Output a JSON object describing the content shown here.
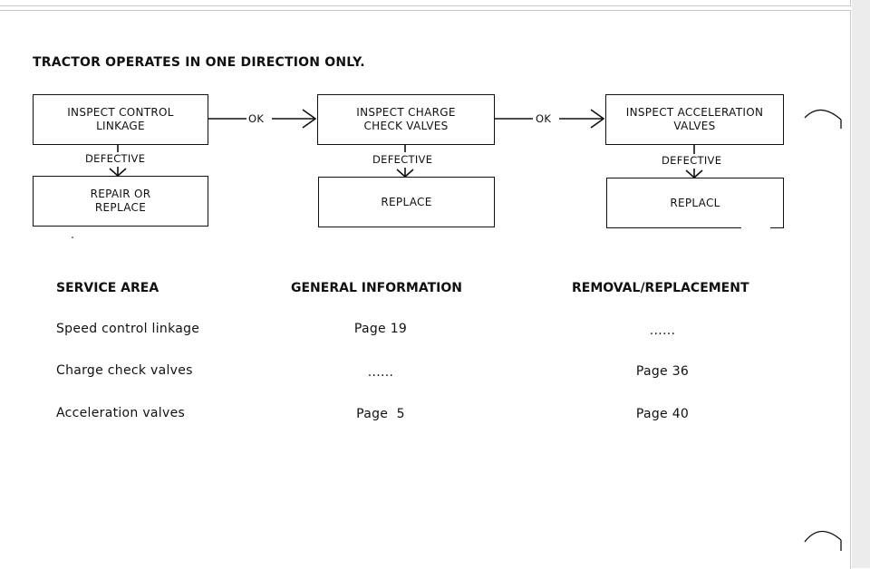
{
  "title": "TRACTOR OPERATES IN ONE DIRECTION ONLY.",
  "flowchart": {
    "inspect_boxes": [
      {
        "label": "INSPECT CONTROL\nLINKAGE"
      },
      {
        "label": "INSPECT CHARGE\nCHECK VALVES"
      },
      {
        "label": "INSPECT ACCELERATION\nVALVES"
      }
    ],
    "action_boxes": [
      {
        "label": "REPAIR OR\nREPLACE"
      },
      {
        "label": "REPLACE"
      },
      {
        "label": "REPLACL"
      }
    ],
    "ok_label": "OK",
    "defective_label": "DEFECTIVE"
  },
  "table": {
    "headers": {
      "service_area": "SERVICE AREA",
      "general_information": "GENERAL INFORMATION",
      "removal_replacement": "REMOVAL/REPLACEMENT"
    },
    "rows": [
      {
        "service_area": "Speed control linkage",
        "general_information": "Page 19",
        "removal_replacement": "......"
      },
      {
        "service_area": "Charge check valves",
        "general_information": "......",
        "removal_replacement": "Page 36"
      },
      {
        "service_area": "Acceleration valves",
        "general_information": "Page  5",
        "removal_replacement": "Page 40"
      }
    ]
  }
}
